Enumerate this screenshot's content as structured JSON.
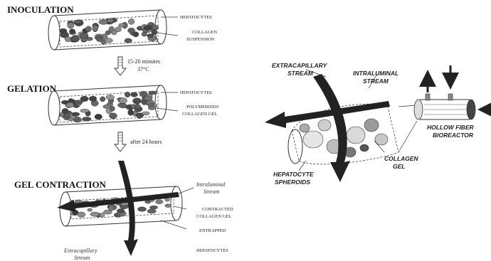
{
  "left_panel": {
    "inoculation": {
      "heading": "INOCULATION",
      "label_1": "HEPATOCYTES",
      "label_2a": "COLLAGEN",
      "label_2b": "SUSPENSION"
    },
    "step_1": {
      "line_1": "15-20 minutes",
      "line_2": "37°C"
    },
    "gelation": {
      "heading": "GELATION",
      "label_1": "HEPATOCYTES",
      "label_2a": "POLYMERIZED",
      "label_2b": "COLLAGEN GEL"
    },
    "step_2": {
      "line_1": "after 24 hours"
    },
    "contraction": {
      "heading": "GEL CONTRACTION",
      "intraluminal_a": "Intraluminal",
      "intraluminal_b": "Stream",
      "label_1a": "CONTRACTED",
      "label_1b": "COLLAGEN GEL",
      "label_2a": "ENTRAPPED",
      "label_2b": "HEPATOCYTES",
      "extracapillary_a": "Extracapillary",
      "extracapillary_b": "Stream"
    }
  },
  "right_panel": {
    "extracapillary_a": "EXTRACAPILLARY",
    "extracapillary_b": "STREAM",
    "intraluminal_a": "INTRALUMINAL",
    "intraluminal_b": "STREAM",
    "bioreactor_a": "HOLLOW FIBER",
    "bioreactor_b": "BIOREACTOR",
    "spheroids_a": "HEPATOCYTE",
    "spheroids_b": "SPHEROIDS",
    "gel_a": "COLLAGEN",
    "gel_b": "GEL"
  }
}
